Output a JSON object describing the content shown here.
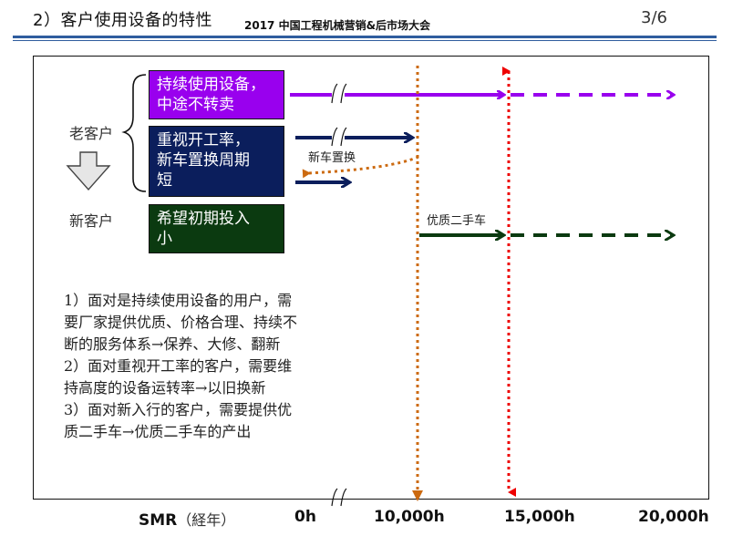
{
  "header": {
    "title": "2）客户使用设备的特性",
    "conference": "2017 中国工程机械营销&后市场大会",
    "page": "3/6"
  },
  "labels": {
    "old_customer": "老客户",
    "new_customer": "新客户",
    "new_replace": "新车置换",
    "quality_used": "优质二手车"
  },
  "boxes": [
    {
      "lines": [
        "持续使用设备，",
        "中途不转卖"
      ],
      "color": "#9900ee"
    },
    {
      "lines": [
        "重视开工率，",
        "新车置换周期",
        "短"
      ],
      "color": "#0b1e5c"
    },
    {
      "lines": [
        "希望初期投入",
        "小"
      ],
      "color": "#0b3a10"
    }
  ],
  "notes": [
    "1）面对是持续使用设备的用户，需",
    "要厂家提供优质、价格合理、持续不",
    "断的服务体系→保养、大修、翻新",
    "2）面对重视开工率的客户，需要维",
    "持高度的设备运转率→以旧换新",
    "3）面对新入行的客户，需要提供优",
    "质二手车→优质二手车的产出"
  ],
  "axis": {
    "label": "SMR",
    "unit": "（経年）",
    "ticks": [
      "0h",
      "10,000h",
      "15,000h",
      "20,000h"
    ]
  },
  "colors": {
    "purple": "#9900ee",
    "navy": "#0b1e5c",
    "green": "#0b3a10",
    "orange": "#cc6a10",
    "red": "#ee0000",
    "rule": "#2f5d9e"
  }
}
